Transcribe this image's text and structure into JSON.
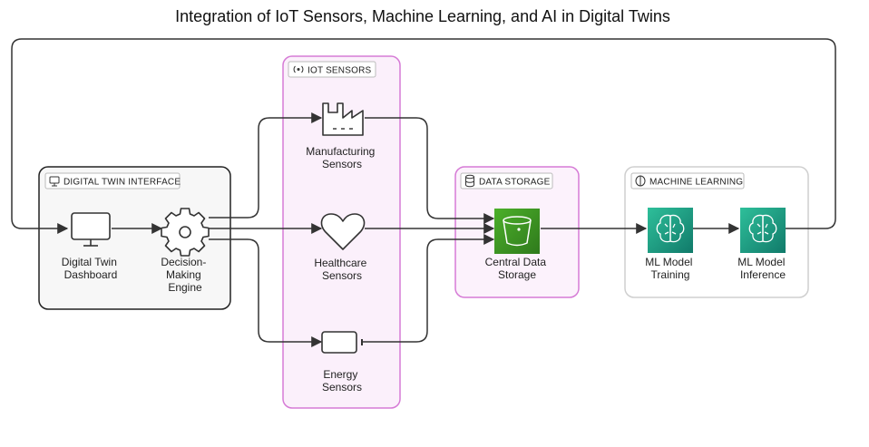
{
  "title": "Integration of IoT Sensors, Machine Learning, and AI in Digital Twins",
  "groups": {
    "digital_twin_interface": "DIGITAL TWIN INTERFACE",
    "iot_sensors": "IOT SENSORS",
    "data_storage": "DATA STORAGE",
    "machine_learning": "MACHINE LEARNING"
  },
  "nodes": {
    "dashboard": [
      "Digital Twin",
      "Dashboard"
    ],
    "decision_engine": [
      "Decision-",
      "Making",
      "Engine"
    ],
    "manufacturing": [
      "Manufacturing",
      "Sensors"
    ],
    "healthcare": [
      "Healthcare",
      "Sensors"
    ],
    "energy": [
      "Energy",
      "Sensors"
    ],
    "storage": [
      "Central Data",
      "Storage"
    ],
    "ml_training": [
      "ML Model",
      "Training"
    ],
    "ml_inference": [
      "ML Model",
      "Inference"
    ]
  },
  "colors": {
    "iot_border": "#d67bd6",
    "iot_fill": "#fbf0fb",
    "storage_border": "#d67bd6",
    "storage_fill": "#fcf2fc",
    "storage_icon": "#3d8b22",
    "ml_icon": "#1b9a82",
    "interface_fill": "#f7f7f7"
  }
}
